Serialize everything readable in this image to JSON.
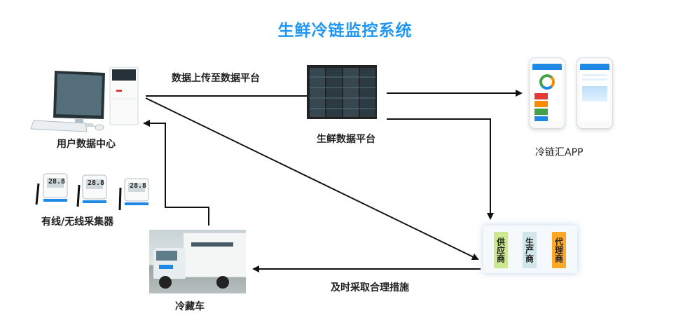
{
  "title": "生鲜冷链监控系统",
  "nodes": {
    "user_center": "用户数据中心",
    "collectors": "有线/无线采集器",
    "platform": "生鲜数据平台",
    "app": "冷链汇APP",
    "truck": "冷藏车"
  },
  "edges": {
    "upload": "数据上传至数据平台",
    "measures": "及时采取合理措施"
  },
  "partners": [
    "供应商",
    "生产商",
    "代理商"
  ],
  "sensor_readings": [
    "28.8",
    "28.8",
    "28.8"
  ],
  "colors": {
    "title": "#2196f3",
    "supplier": "#cde98f",
    "producer": "#cfe7ea",
    "agent": "#ffa726"
  }
}
